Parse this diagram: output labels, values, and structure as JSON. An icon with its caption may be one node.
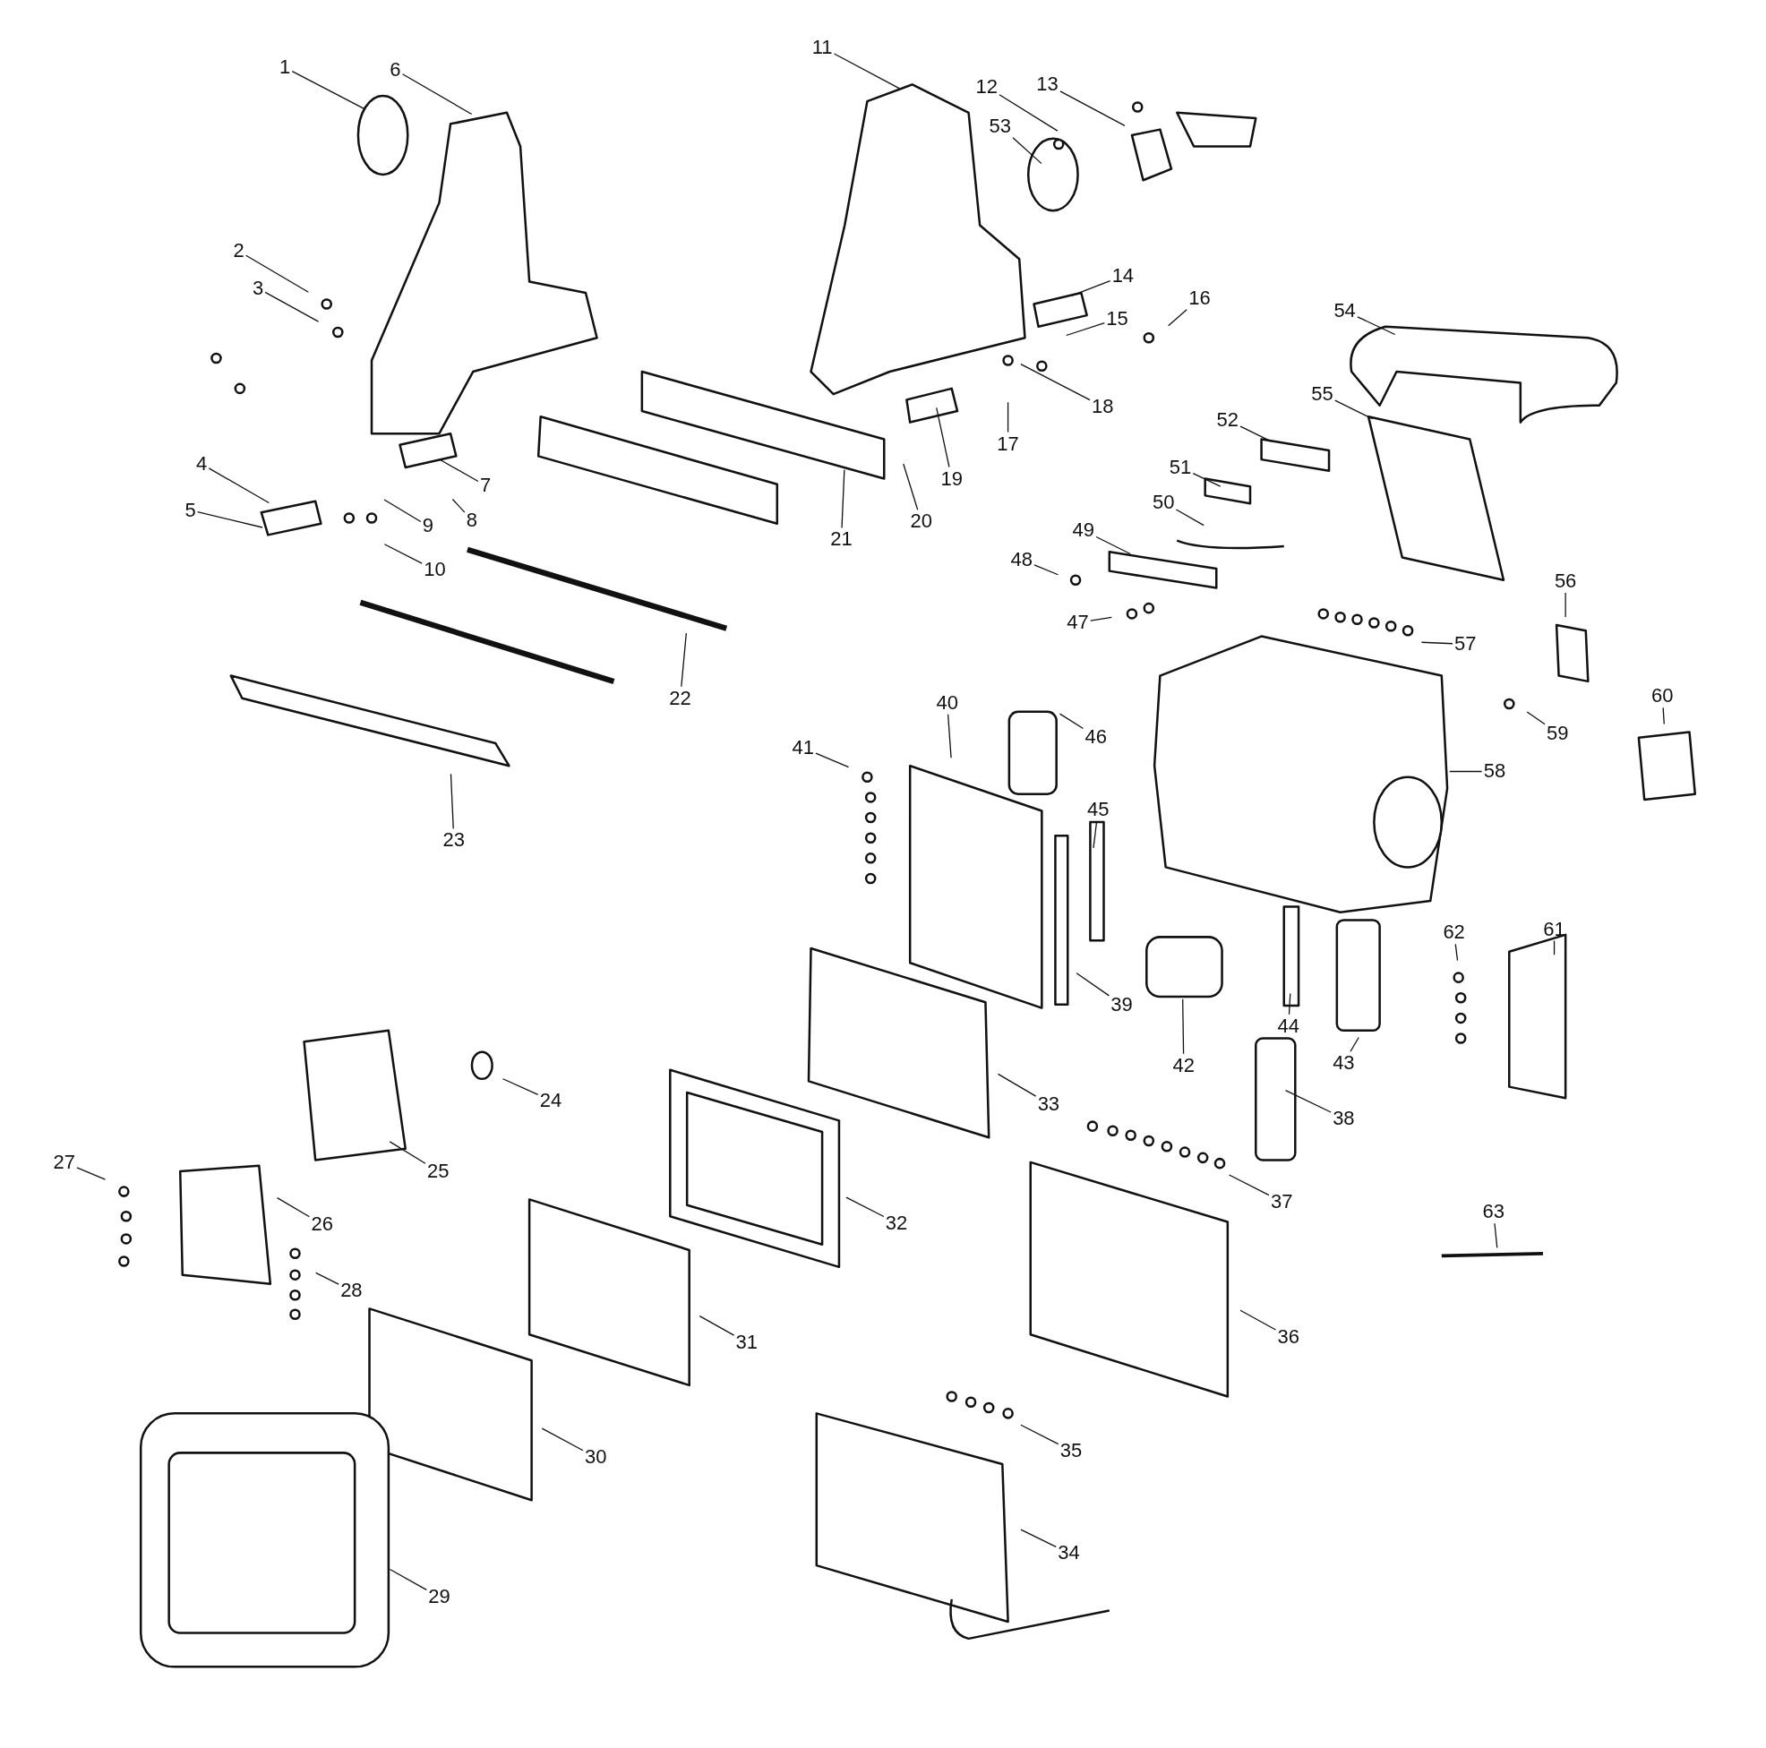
{
  "diagram": {
    "nodes": [
      {
        "text": [
          "1"
        ]
      },
      {
        "text": [
          "2"
        ]
      },
      {
        "text": [
          "3"
        ]
      },
      {
        "text": [
          "4"
        ]
      },
      {
        "text": [
          "5"
        ]
      },
      {
        "text": [
          "6"
        ]
      },
      {
        "text": [
          "7"
        ]
      },
      {
        "text": [
          "8"
        ]
      },
      {
        "text": [
          "9"
        ]
      },
      {
        "text": [
          "10"
        ]
      },
      {
        "text": [
          "11"
        ]
      },
      {
        "text": [
          "12"
        ]
      },
      {
        "text": [
          "13"
        ]
      },
      {
        "text": [
          "14"
        ]
      },
      {
        "text": [
          "15"
        ]
      },
      {
        "text": [
          "16"
        ]
      },
      {
        "text": [
          "17"
        ]
      },
      {
        "text": [
          "18"
        ]
      },
      {
        "text": [
          "19"
        ]
      },
      {
        "text": [
          "20"
        ]
      },
      {
        "text": [
          "21"
        ]
      },
      {
        "text": [
          "22"
        ]
      },
      {
        "text": [
          "23"
        ]
      },
      {
        "text": [
          "24"
        ]
      },
      {
        "text": [
          "25"
        ]
      },
      {
        "text": [
          "26"
        ]
      },
      {
        "text": [
          "27"
        ]
      },
      {
        "text": [
          "28"
        ]
      },
      {
        "text": [
          "29"
        ]
      },
      {
        "text": [
          "30"
        ]
      },
      {
        "text": [
          "31"
        ]
      },
      {
        "text": [
          "32"
        ]
      },
      {
        "text": [
          "33"
        ]
      },
      {
        "text": [
          "34"
        ]
      },
      {
        "text": [
          "35"
        ]
      },
      {
        "text": [
          "36"
        ]
      },
      {
        "text": [
          "37"
        ]
      },
      {
        "text": [
          "38"
        ]
      },
      {
        "text": [
          "39"
        ]
      },
      {
        "text": [
          "40"
        ]
      },
      {
        "text": [
          "41"
        ]
      },
      {
        "text": [
          "42"
        ]
      },
      {
        "text": [
          "43"
        ]
      },
      {
        "text": [
          "44"
        ]
      },
      {
        "text": [
          "45"
        ]
      },
      {
        "text": [
          "46"
        ]
      },
      {
        "text": [
          "47"
        ]
      },
      {
        "text": [
          "48"
        ]
      },
      {
        "text": [
          "49"
        ]
      },
      {
        "text": [
          "50"
        ]
      },
      {
        "text": [
          "51"
        ]
      },
      {
        "text": [
          "52"
        ]
      },
      {
        "text": [
          "53"
        ]
      },
      {
        "text": [
          "54"
        ]
      },
      {
        "text": [
          "55"
        ]
      },
      {
        "text": [
          "56"
        ]
      },
      {
        "text": [
          "57"
        ]
      },
      {
        "text": [
          "58"
        ]
      },
      {
        "text": [
          "59"
        ]
      },
      {
        "text": [
          "60"
        ]
      },
      {
        "text": [
          "61"
        ]
      },
      {
        "text": [
          "62"
        ]
      },
      {
        "text": [
          "63"
        ]
      }
    ],
    "edges": [
      {
        "from": 0,
        "to": null,
        "arrow": "none"
      },
      {
        "from": 1,
        "to": null,
        "arrow": "none"
      },
      {
        "from": 2,
        "to": null,
        "arrow": "none"
      },
      {
        "from": 3,
        "to": null,
        "arrow": "none"
      },
      {
        "from": 4,
        "to": null,
        "arrow": "none"
      },
      {
        "from": 5,
        "to": null,
        "arrow": "none"
      },
      {
        "from": 6,
        "to": null,
        "arrow": "none"
      },
      {
        "from": 7,
        "to": null,
        "arrow": "none"
      },
      {
        "from": 8,
        "to": null,
        "arrow": "none"
      },
      {
        "from": 9,
        "to": null,
        "arrow": "none"
      },
      {
        "from": 10,
        "to": null,
        "arrow": "none"
      },
      {
        "from": 11,
        "to": null,
        "arrow": "none"
      },
      {
        "from": 12,
        "to": null,
        "arrow": "none"
      },
      {
        "from": 13,
        "to": null,
        "arrow": "none"
      },
      {
        "from": 14,
        "to": null,
        "arrow": "none"
      },
      {
        "from": 15,
        "to": null,
        "arrow": "none"
      },
      {
        "from": 16,
        "to": null,
        "arrow": "none"
      },
      {
        "from": 17,
        "to": null,
        "arrow": "none"
      },
      {
        "from": 18,
        "to": null,
        "arrow": "none"
      },
      {
        "from": 19,
        "to": null,
        "arrow": "none"
      },
      {
        "from": 20,
        "to": null,
        "arrow": "none"
      },
      {
        "from": 21,
        "to": null,
        "arrow": "none"
      },
      {
        "from": 22,
        "to": null,
        "arrow": "none"
      },
      {
        "from": 23,
        "to": null,
        "arrow": "none"
      },
      {
        "from": 24,
        "to": null,
        "arrow": "none"
      },
      {
        "from": 25,
        "to": null,
        "arrow": "none"
      },
      {
        "from": 26,
        "to": null,
        "arrow": "none"
      },
      {
        "from": 27,
        "to": null,
        "arrow": "none"
      },
      {
        "from": 28,
        "to": null,
        "arrow": "none"
      },
      {
        "from": 29,
        "to": null,
        "arrow": "none"
      },
      {
        "from": 30,
        "to": null,
        "arrow": "none"
      },
      {
        "from": 31,
        "to": null,
        "arrow": "none"
      },
      {
        "from": 32,
        "to": null,
        "arrow": "none"
      },
      {
        "from": 33,
        "to": null,
        "arrow": "none"
      },
      {
        "from": 34,
        "to": null,
        "arrow": "none"
      },
      {
        "from": 35,
        "to": null,
        "arrow": "none"
      },
      {
        "from": 36,
        "to": null,
        "arrow": "none"
      },
      {
        "from": 37,
        "to": null,
        "arrow": "none"
      },
      {
        "from": 38,
        "to": null,
        "arrow": "none"
      },
      {
        "from": 39,
        "to": null,
        "arrow": "none"
      },
      {
        "from": 40,
        "to": null,
        "arrow": "none"
      },
      {
        "from": 41,
        "to": null,
        "arrow": "none"
      },
      {
        "from": 42,
        "to": null,
        "arrow": "none"
      },
      {
        "from": 43,
        "to": null,
        "arrow": "none"
      },
      {
        "from": 44,
        "to": null,
        "arrow": "none"
      },
      {
        "from": 45,
        "to": null,
        "arrow": "none"
      },
      {
        "from": 46,
        "to": null,
        "arrow": "none"
      },
      {
        "from": 47,
        "to": null,
        "arrow": "none"
      },
      {
        "from": 48,
        "to": null,
        "arrow": "none"
      },
      {
        "from": 49,
        "to": null,
        "arrow": "none"
      },
      {
        "from": 50,
        "to": null,
        "arrow": "none"
      },
      {
        "from": 51,
        "to": null,
        "arrow": "none"
      },
      {
        "from": 52,
        "to": null,
        "arrow": "none"
      },
      {
        "from": 53,
        "to": null,
        "arrow": "none"
      },
      {
        "from": 54,
        "to": null,
        "arrow": "none"
      },
      {
        "from": 55,
        "to": null,
        "arrow": "none"
      },
      {
        "from": 56,
        "to": null,
        "arrow": "none"
      },
      {
        "from": 57,
        "to": null,
        "arrow": "none"
      },
      {
        "from": 58,
        "to": null,
        "arrow": "none"
      },
      {
        "from": 59,
        "to": null,
        "arrow": "none"
      },
      {
        "from": 60,
        "to": null,
        "arrow": "none"
      },
      {
        "from": 61,
        "to": null,
        "arrow": "none"
      },
      {
        "from": 62,
        "to": null,
        "arrow": "none"
      }
    ]
  }
}
